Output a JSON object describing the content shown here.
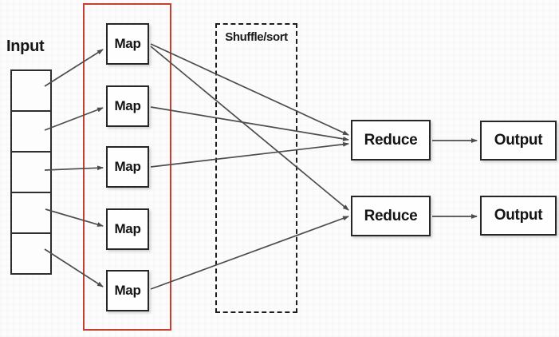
{
  "diagram": {
    "type": "mapreduce-flow",
    "input": {
      "label": "Input",
      "cell_count": 5
    },
    "map_stage": {
      "labels": [
        "Map",
        "Map",
        "Map",
        "Map",
        "Map"
      ],
      "highlighted": true
    },
    "shuffle": {
      "label": "Shuffle/sort"
    },
    "reduce_stage": {
      "labels": [
        "Reduce",
        "Reduce"
      ]
    },
    "output_stage": {
      "labels": [
        "Output",
        "Output"
      ]
    },
    "edges": [
      {
        "from": "input-cell-1",
        "to": "map-1"
      },
      {
        "from": "input-cell-2",
        "to": "map-2"
      },
      {
        "from": "input-cell-3",
        "to": "map-3"
      },
      {
        "from": "input-cell-4",
        "to": "map-4"
      },
      {
        "from": "input-cell-5",
        "to": "map-5"
      },
      {
        "from": "map-1",
        "to": "reduce-1"
      },
      {
        "from": "map-1",
        "to": "reduce-2"
      },
      {
        "from": "map-2",
        "to": "reduce-1"
      },
      {
        "from": "map-3",
        "to": "reduce-1"
      },
      {
        "from": "map-5",
        "to": "reduce-2"
      },
      {
        "from": "reduce-1",
        "to": "output-1"
      },
      {
        "from": "reduce-2",
        "to": "output-2"
      }
    ],
    "colors": {
      "highlight_red": "#c5402f",
      "line": "#4d4d4d",
      "box_border": "#262626",
      "background": "#fcfcfc"
    }
  }
}
